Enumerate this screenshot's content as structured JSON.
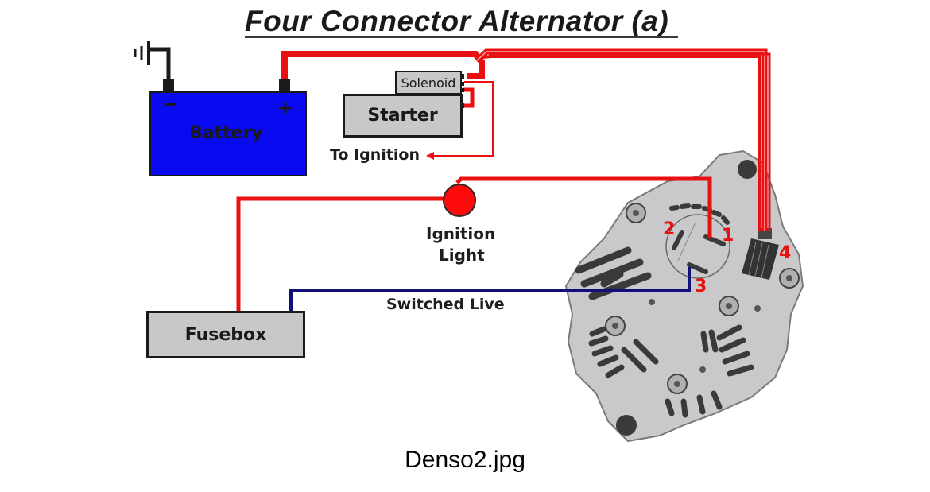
{
  "title": "Four Connector Alternator (a)",
  "caption": "Denso2.jpg",
  "components": {
    "battery": {
      "label": "Battery",
      "negative_symbol": "−",
      "positive_symbol": "+",
      "color": "#0a0af0"
    },
    "solenoid": {
      "label": "Solenoid"
    },
    "starter": {
      "label": "Starter"
    },
    "to_ignition": {
      "label": "To Ignition"
    },
    "ignition_light": {
      "label_line1": "Ignition",
      "label_line2": "Light",
      "color": "#ff0a0a"
    },
    "fusebox": {
      "label": "Fusebox"
    },
    "switched_live": {
      "label": "Switched Live"
    },
    "alternator": {
      "terminals": [
        {
          "number": "1"
        },
        {
          "number": "2"
        },
        {
          "number": "3"
        },
        {
          "number": "4"
        }
      ]
    }
  },
  "colors": {
    "wire_red": "#e81010",
    "wire_blue": "#10107a",
    "terminal_number": "#e81010",
    "component_gray": "#c8c8c8",
    "alternator_body": "#c9c9cb"
  }
}
